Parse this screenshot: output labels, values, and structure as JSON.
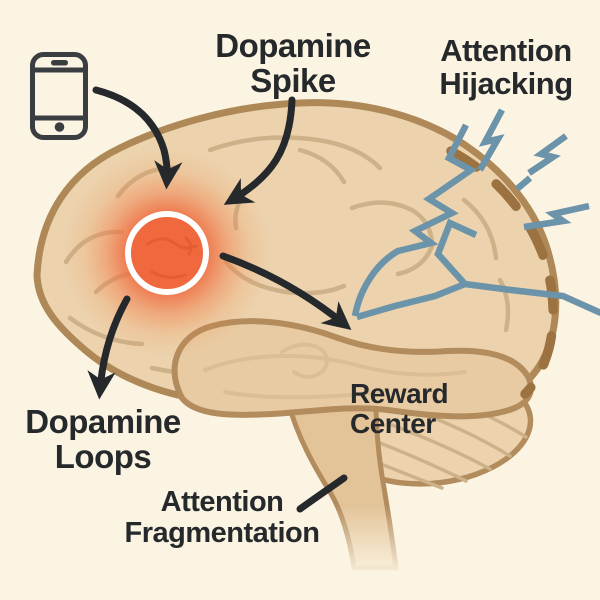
{
  "title": "Smartphone effects on the brain diagram",
  "labels": {
    "dopamine_spike": {
      "lines": [
        "Dopamine",
        "Spike"
      ]
    },
    "attention_hijacking": {
      "lines": [
        "Attention",
        "Hijacking"
      ]
    },
    "dopamine_loops": {
      "lines": [
        "Dopamine",
        "Loops"
      ]
    },
    "reward_center": {
      "lines": [
        "Reward",
        "Center"
      ]
    },
    "attention_fragmentation": {
      "lines": [
        "Attention",
        "Fragmentation"
      ]
    }
  },
  "icons": {
    "smartphone": "smartphone-icon",
    "lightning": "lightning-bolt-icon",
    "hotspot": "dopamine-spike-marker"
  },
  "colors": {
    "background": "#FBF4E2",
    "brain_fill": "#ECD3AE",
    "brain_outline": "#AE8957",
    "temporal_fill": "#E9CBA3",
    "lobe_outline": "#B38C5D",
    "lobe_line": "#D9BE97",
    "stem_fill": "#E3C398",
    "gyri": "#CDB189",
    "rim_dash": "#9C7340",
    "accent_orange": "#F0693E",
    "accent_deep": "#E0582F",
    "bolt_blue": "#6B93A9",
    "ink": "#26292B",
    "phone": "#3A3E41"
  }
}
